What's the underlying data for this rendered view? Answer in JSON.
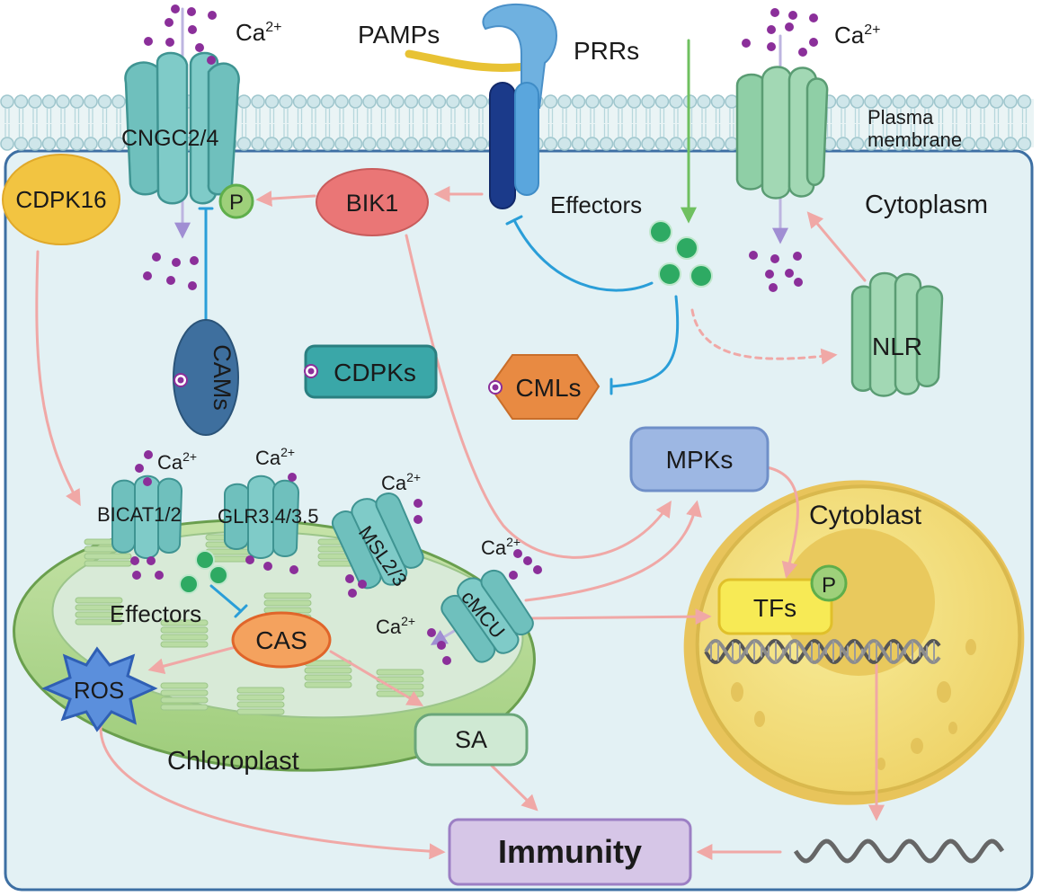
{
  "labels": {
    "ca_top_left": "Ca",
    "ca_top_right": "Ca",
    "ca_sup": "2+",
    "pamps": "PAMPs",
    "prrs": "PRRs",
    "cngc": "CNGC2/4",
    "plasma_membrane_1": "Plasma",
    "plasma_membrane_2": "membrane",
    "cytoplasm": "Cytoplasm",
    "cdpk16": "CDPK16",
    "phospho": "P",
    "bik1": "BIK1",
    "effectors_top": "Effectors",
    "nlr": "NLR",
    "cams": "CAMs",
    "cdpks": "CDPKs",
    "cmls": "CMLs",
    "mpks": "MPKs",
    "cytoblast": "Cytoblast",
    "bicat": "BICAT1/2",
    "glr": "GLR3.4/3.5",
    "msl": "MSL2/3",
    "cmcu": "cMCU",
    "ca_bicat": "Ca",
    "ca_glr": "Ca",
    "ca_msl": "Ca",
    "ca_cmcu": "Ca",
    "ca_stroma": "Ca",
    "effectors_chloro": "Effectors",
    "cas": "CAS",
    "ros": "ROS",
    "tfs": "TFs",
    "tf_phospho": "P",
    "sa": "SA",
    "chloroplast": "Chloroplast",
    "immunity": "Immunity"
  },
  "colors": {
    "cell_fill": "#e3f1f4",
    "cell_border": "#3d6fa3",
    "membrane_head": "#cfe6ea",
    "channel_teal": "#6fc0bd",
    "channel_green": "#8fcfa6",
    "ca_dot": "#8b2f9a",
    "effector": "#2eaa63",
    "arrow_pink": "#f0a8a6",
    "inhibit_blue": "#2a9ed8",
    "signal_green": "#6fc060",
    "bik1": "#ea7676",
    "cdpk16": "#f2c441",
    "cams": "#3e6f9e",
    "cdpks": "#3aa7a8",
    "cmls": "#e88a42",
    "mpks": "#9db7e3",
    "cas": "#f4a25e",
    "chloroplast": "#a8d486",
    "nucleus": "#f5e48a",
    "tfs": "#f7ea55",
    "immunity": "#d6c6e7"
  }
}
